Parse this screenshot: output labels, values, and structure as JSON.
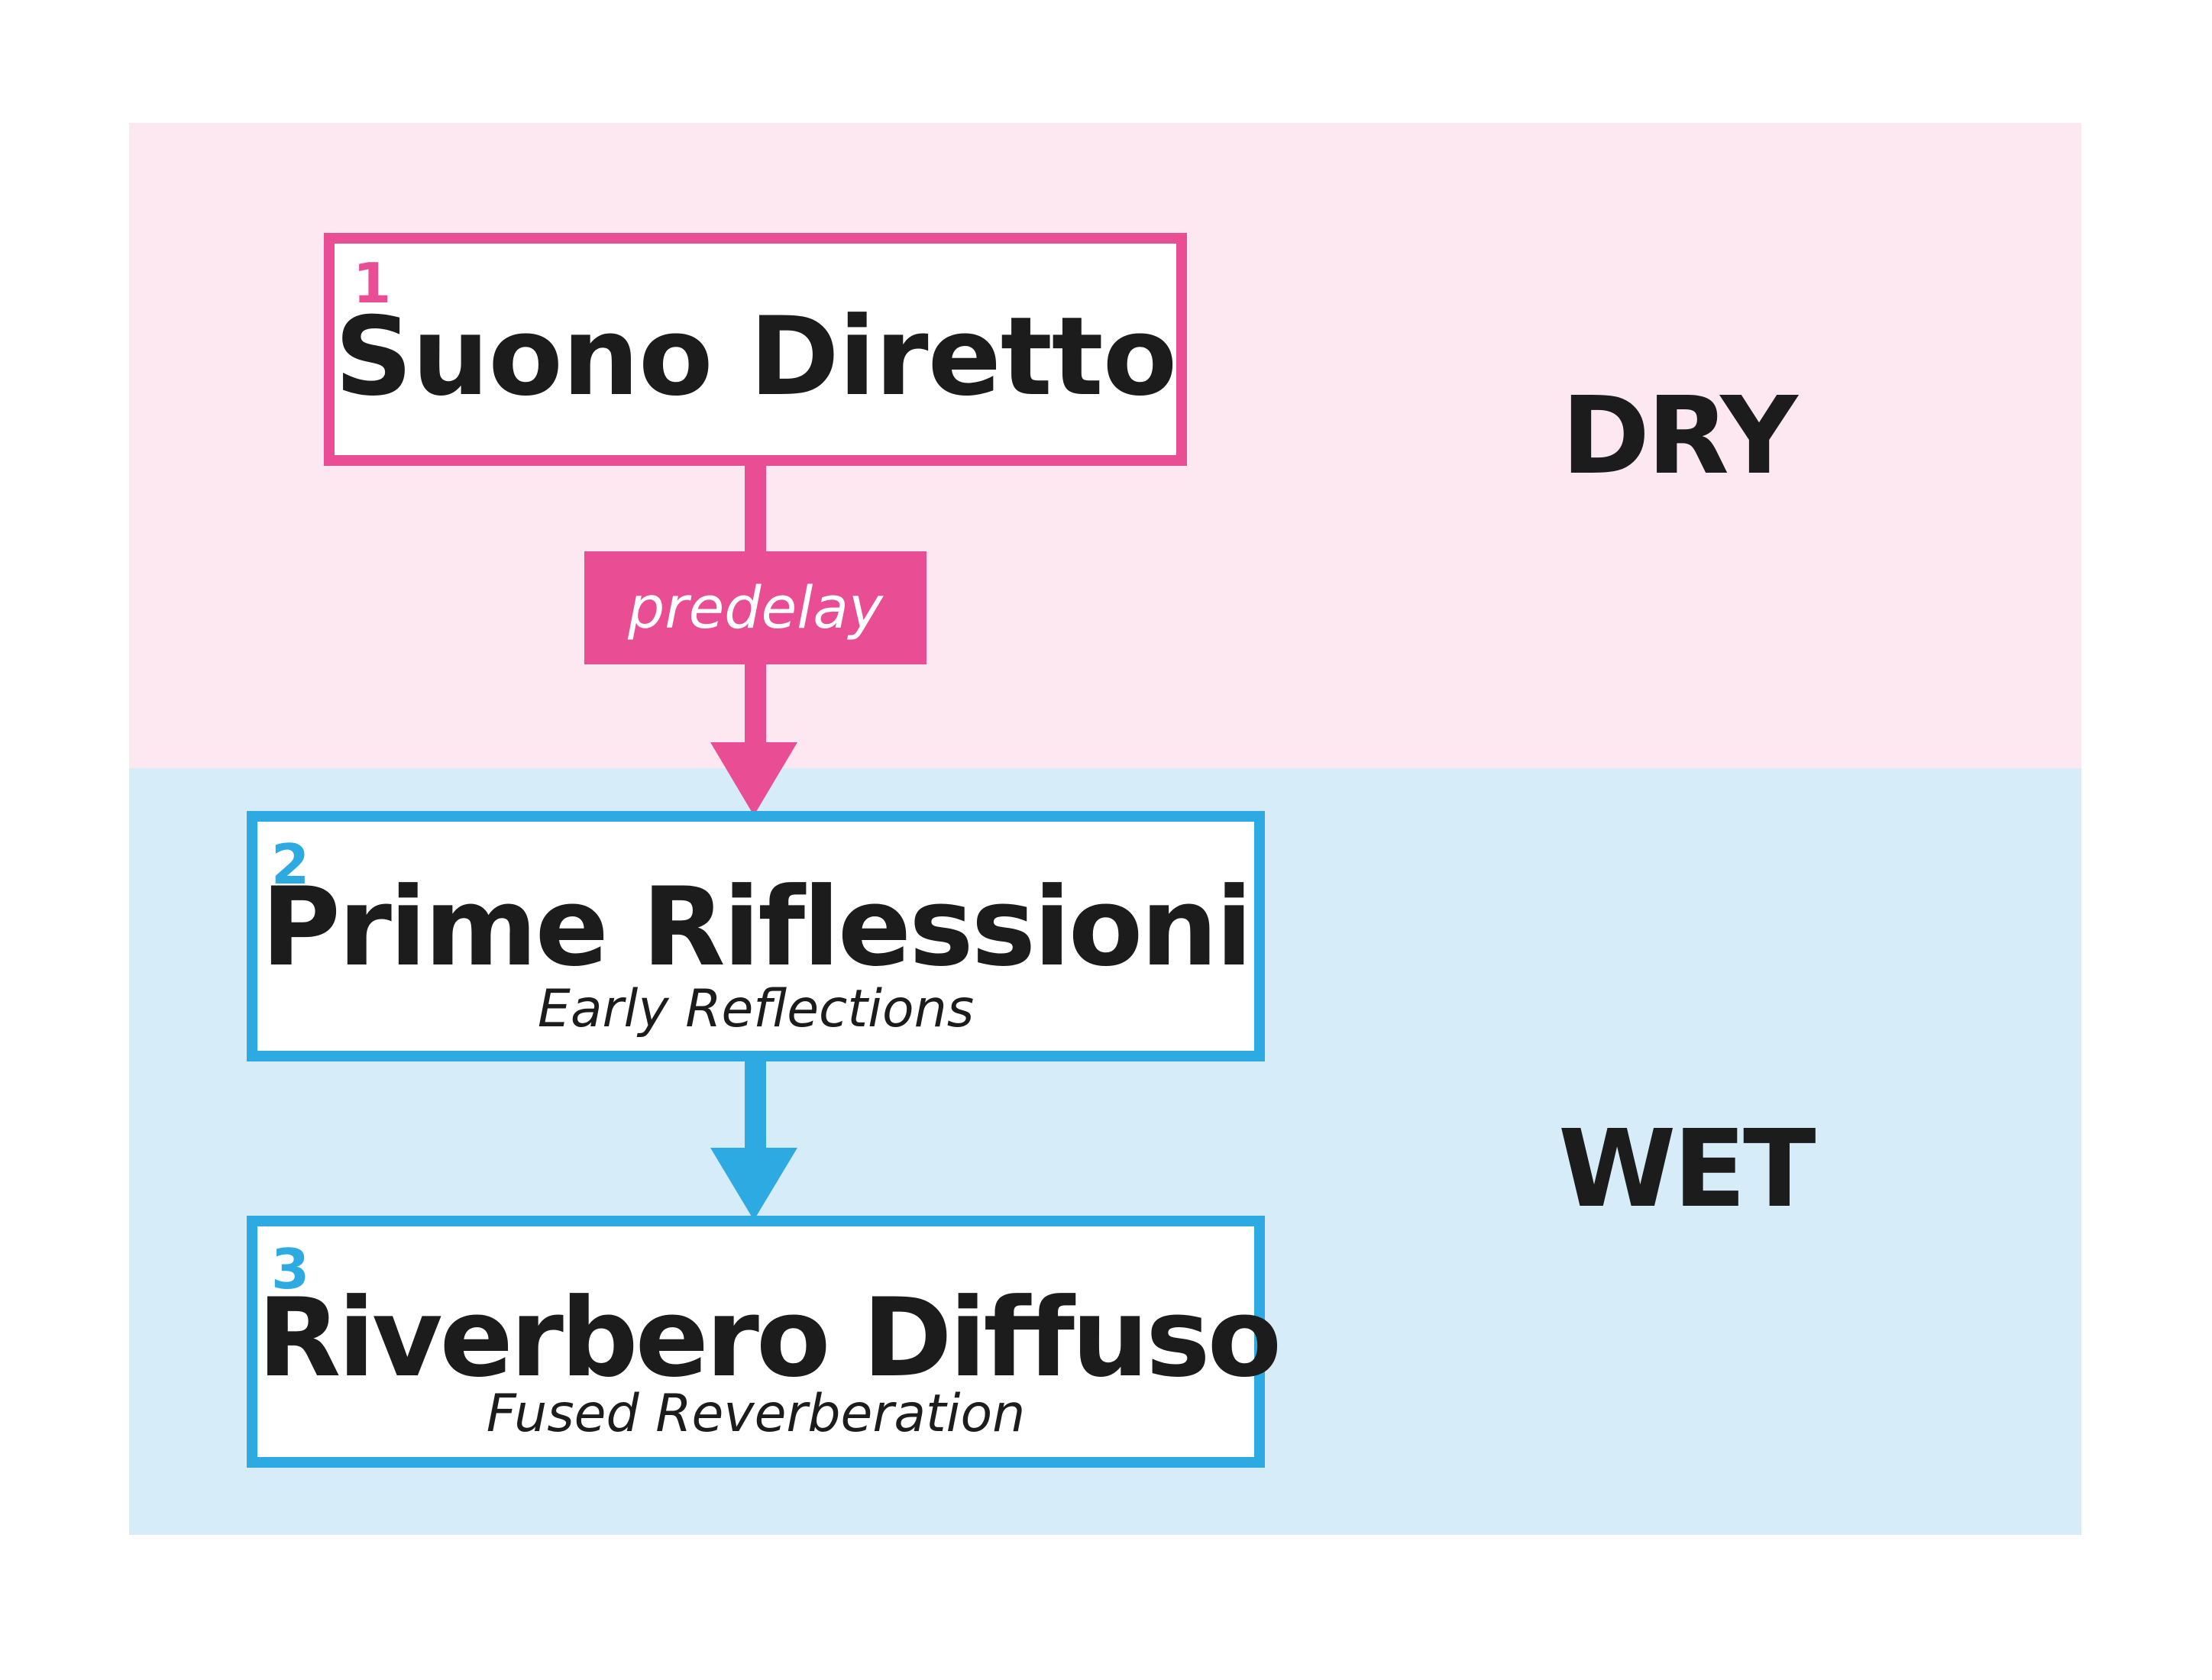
{
  "colors": {
    "dry_band": "#fde8f1",
    "wet_band": "#d6ecf9",
    "pink": "#e94e95",
    "blue": "#2eaae2",
    "text": "#1c1c1c"
  },
  "zones": {
    "dry": "DRY",
    "wet": "WET"
  },
  "nodes": [
    {
      "number": "1",
      "title": "Suono Diretto",
      "subtitle": ""
    },
    {
      "number": "2",
      "title": "Prime Riflessioni",
      "subtitle": "Early Reflections"
    },
    {
      "number": "3",
      "title": "Riverbero Diffuso",
      "subtitle": "Fused Reverberation"
    }
  ],
  "edges": [
    {
      "from": "1",
      "to": "2",
      "label": "predelay"
    },
    {
      "from": "2",
      "to": "3",
      "label": ""
    }
  ]
}
